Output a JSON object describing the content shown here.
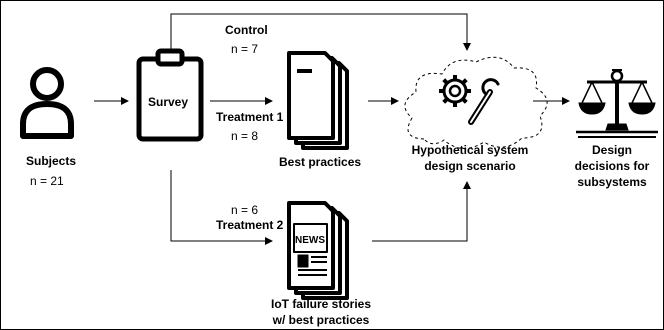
{
  "subjects": {
    "label": "Subjects",
    "count": "n = 21",
    "icon": "person-icon"
  },
  "survey": {
    "label": "Survey",
    "icon": "clipboard-icon"
  },
  "control": {
    "label": "Control",
    "count": "n = 7"
  },
  "treatment1": {
    "label": "Treatment 1",
    "count": "n = 8"
  },
  "treatment2": {
    "label": "Treatment 2",
    "count": "n = 6"
  },
  "best_practices": {
    "label": "Best practices",
    "icon": "document-stack-icon"
  },
  "iot_stories": {
    "line1": "IoT failure stories",
    "line2": "w/ best practices",
    "badge": "NEWS",
    "icon": "newspaper-stack-icon"
  },
  "scenario": {
    "line1": "Hypothetical system",
    "line2": "design scenario",
    "icon": "gear-wrench-cloud-icon"
  },
  "decisions": {
    "line1": "Design",
    "line2": "decisions for",
    "line3": "subsystems",
    "icon": "balance-scale-icon"
  },
  "colors": {
    "line": "#000000",
    "icon": "#1a1a1a",
    "background": "#ffffff"
  }
}
